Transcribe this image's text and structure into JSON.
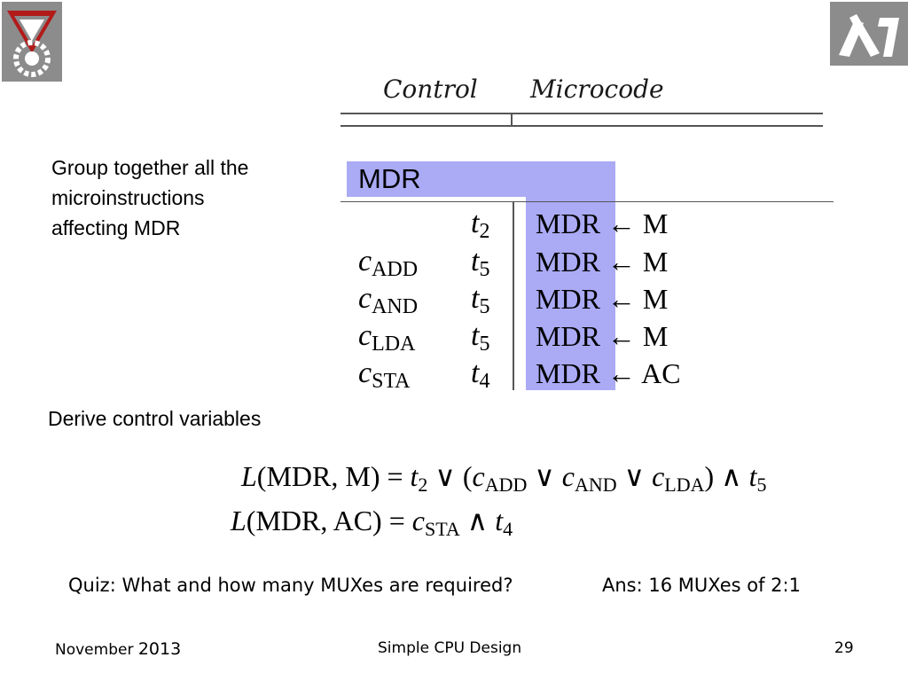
{
  "logos": {
    "left": "technion-emblem-icon",
    "right": "hebrew-letters-logo-icon"
  },
  "table": {
    "header_control": "Control",
    "header_microcode": "Microcode",
    "group_label": "MDR",
    "rows": [
      {
        "control": "",
        "control_sub": "",
        "time": "t",
        "time_sub": "2",
        "action": "MDR ← M"
      },
      {
        "control": "c",
        "control_sub": "ADD",
        "time": "t",
        "time_sub": "5",
        "action": "MDR ← M"
      },
      {
        "control": "c",
        "control_sub": "AND",
        "time": "t",
        "time_sub": "5",
        "action": "MDR ← M"
      },
      {
        "control": "c",
        "control_sub": "LDA",
        "time": "t",
        "time_sub": "5",
        "action": "MDR ← M"
      },
      {
        "control": "c",
        "control_sub": "STA",
        "time": "t",
        "time_sub": "4",
        "action": "MDR ← AC"
      }
    ],
    "highlight_color": "#aaaaf5"
  },
  "notes": {
    "group_line1": "Group together all the",
    "group_line2": "microinstructions",
    "group_line3": "affecting MDR",
    "derive": "Derive control variables"
  },
  "equations": {
    "eq1_lhs": "L",
    "eq1_args": "(MDR, M) = ",
    "eq2_lhs": "L",
    "eq2_args": "(MDR, AC) = "
  },
  "quiz": {
    "question": "Quiz: What and how many MUXes are required?",
    "answer": "Ans: 16 MUXes of 2:1"
  },
  "footer": {
    "date_month": "November ",
    "date_year": "2013",
    "title": "Simple CPU Design",
    "page_number": "29"
  }
}
